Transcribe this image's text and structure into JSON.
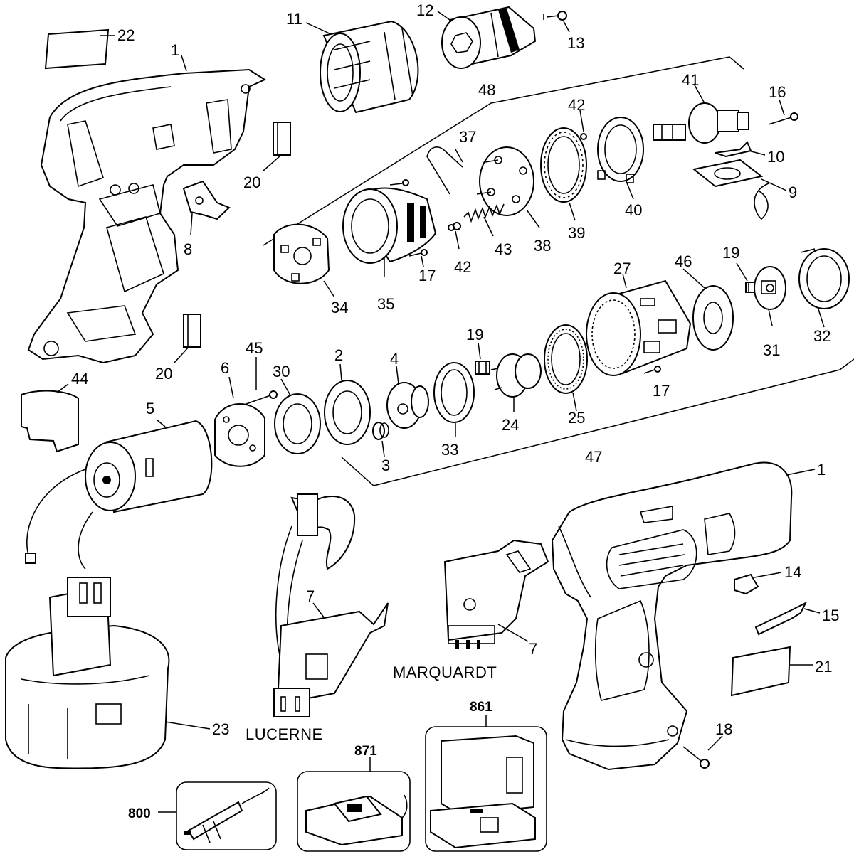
{
  "callouts": {
    "p1a": "1",
    "p1b": "1",
    "p2": "2",
    "p3": "3",
    "p4": "4",
    "p5": "5",
    "p6": "6",
    "p7a": "7",
    "p7b": "7",
    "p8": "8",
    "p9": "9",
    "p10": "10",
    "p11": "11",
    "p12": "12",
    "p13": "13",
    "p14": "14",
    "p15": "15",
    "p16": "16",
    "p17a": "17",
    "p17b": "17",
    "p18": "18",
    "p19a": "19",
    "p19b": "19",
    "p20a": "20",
    "p20b": "20",
    "p21": "21",
    "p22": "22",
    "p23": "23",
    "p24": "24",
    "p25": "25",
    "p27": "27",
    "p30": "30",
    "p31": "31",
    "p32": "32",
    "p33": "33",
    "p34": "34",
    "p35": "35",
    "p37": "37",
    "p38": "38",
    "p39": "39",
    "p40": "40",
    "p41": "41",
    "p42a": "42",
    "p42b": "42",
    "p43": "43",
    "p44": "44",
    "p45": "45",
    "p46": "46",
    "p47": "47",
    "p48": "48",
    "p800": "800",
    "p861": "861",
    "p871": "871"
  },
  "captions": {
    "marquardt": "MARQUARDT",
    "lucerne": "LUCERNE"
  }
}
